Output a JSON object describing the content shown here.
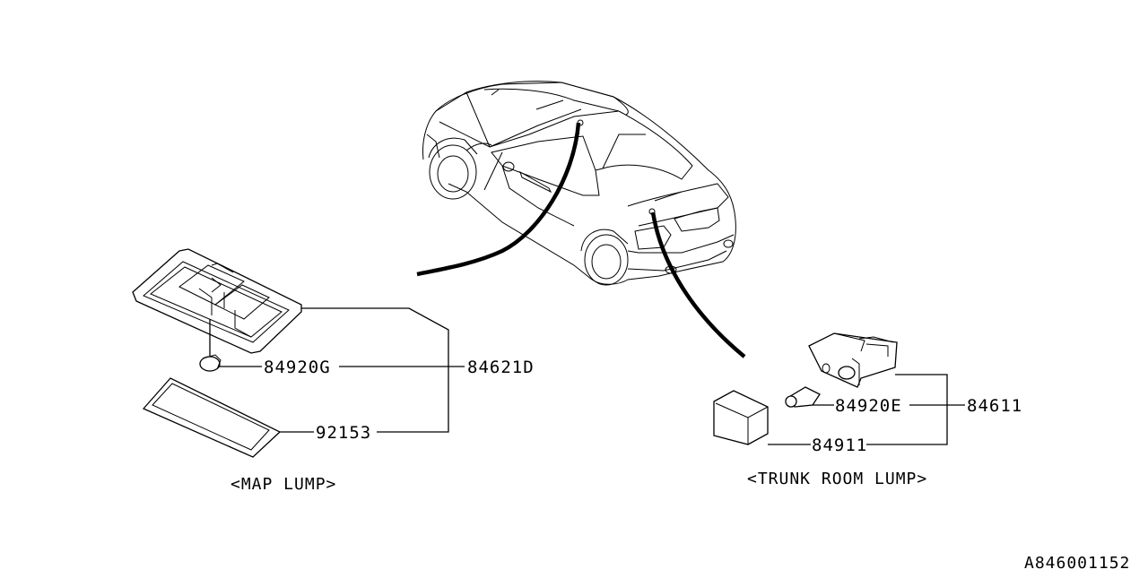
{
  "diagram": {
    "map_lamp": {
      "caption": "<MAP LUMP>",
      "parts": {
        "bulb": "84920G",
        "assembly": "84621D",
        "lens": "92153"
      }
    },
    "trunk_room_lamp": {
      "caption": "<TRUNK ROOM LUMP>",
      "parts": {
        "bulb": "84920E",
        "assembly": "84611",
        "lens": "84911"
      }
    },
    "reference_code": "A846001152"
  }
}
